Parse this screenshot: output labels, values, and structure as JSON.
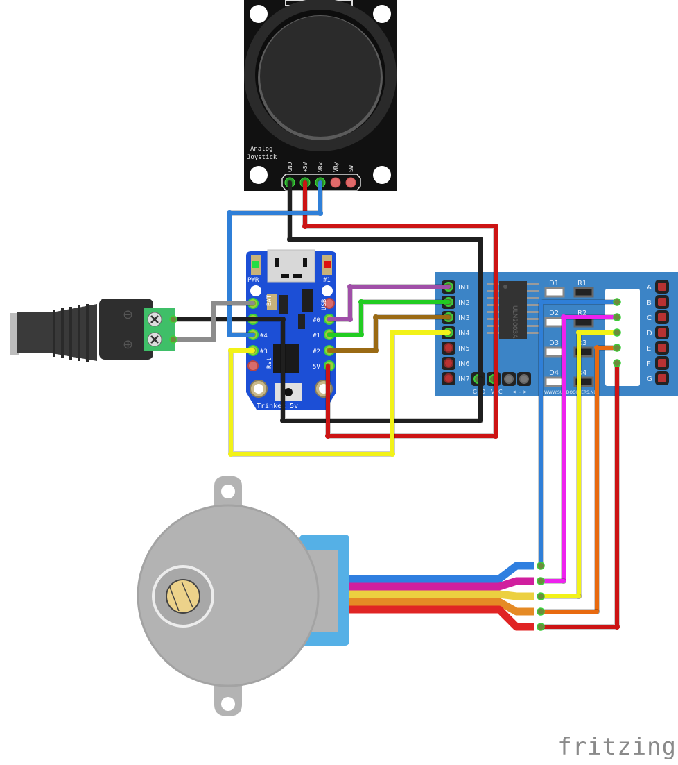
{
  "joystick": {
    "title_line1": "Analog",
    "title_line2": "Joystick",
    "pins": [
      "GND",
      "+5V",
      "VRx",
      "VRy",
      "SW"
    ]
  },
  "trinket": {
    "label": "Trinket 5v",
    "led_pwr": "PWR",
    "led_1": "#1",
    "left_pins": [
      "BAT",
      "",
      "#4",
      "#3",
      "Rst"
    ],
    "right_pins": [
      "USB",
      "#0",
      "#1",
      "#2",
      "5V"
    ]
  },
  "driver": {
    "chip": "ULN2003A",
    "inputs": [
      "IN1",
      "IN2",
      "IN3",
      "IN4",
      "IN5",
      "IN6",
      "IN7"
    ],
    "power_labels": [
      "GND",
      "VCC",
      "< - >"
    ],
    "leds": [
      "D1",
      "D2",
      "D3",
      "D4"
    ],
    "resistors": [
      "R1",
      "R2",
      "R3",
      "R4"
    ],
    "outputs": [
      "A",
      "B",
      "C",
      "D",
      "E",
      "F",
      "G"
    ],
    "url": "WWW.SUNDOORTERS.NET"
  },
  "dc_jack": {
    "minus_symbol": "⊖",
    "plus_symbol": "⊕"
  },
  "wire_colors": {
    "black": "#1f1f1f",
    "red": "#cc1414",
    "blue": "#2f7fd8",
    "gray": "#8c8c8c",
    "purple": "#a04fa8",
    "green": "#22cc22",
    "brown": "#9a6a14",
    "yellow": "#f2f218",
    "magenta": "#ee22ee",
    "orange": "#e86a10"
  },
  "motor_wire_colors": [
    "#2f7fe0",
    "#d01f9e",
    "#ecd040",
    "#e58a25",
    "#e02424"
  ],
  "logo": "fritzing"
}
